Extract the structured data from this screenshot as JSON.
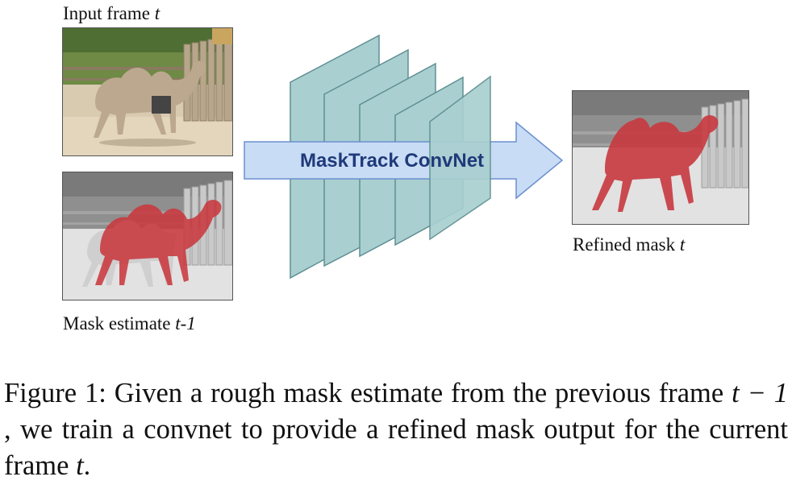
{
  "labels": {
    "input_frame_text": "Input frame ",
    "input_frame_var": "t",
    "mask_estimate_text": "Mask estimate ",
    "mask_estimate_var": "t-1",
    "refined_mask_text": "Refined mask ",
    "refined_mask_var": "t"
  },
  "network": {
    "name": "MaskTrack ConvNet",
    "layer_color": "#a9cfd0",
    "arrow_color": "#c9dcf5",
    "text_color": "#1f3a7a"
  },
  "mask_color": "#c8393f",
  "caption": {
    "part1": "Figure 1: Given a rough mask estimate from the previous frame ",
    "math": "t − 1",
    "part2": " , we train a convnet to provide a refined mask output for the current frame ",
    "var": "t",
    "part3": "."
  }
}
